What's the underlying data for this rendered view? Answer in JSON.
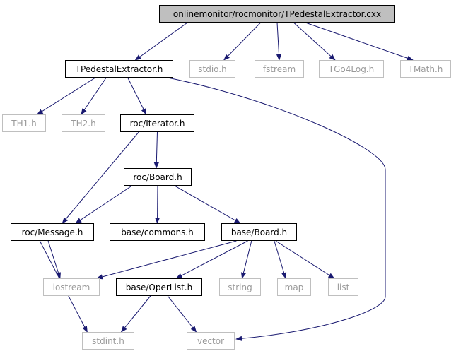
{
  "diagram": {
    "edge_color": "#191970",
    "nodes": [
      {
        "id": "n0",
        "label": "onlinemonitor/rocmonitor/TPedestalExtractor.cxx",
        "kind": "main"
      },
      {
        "id": "n1",
        "label": "TPedestalExtractor.h",
        "kind": "doc"
      },
      {
        "id": "n2",
        "label": "stdio.h",
        "kind": "ext"
      },
      {
        "id": "n3",
        "label": "fstream",
        "kind": "ext"
      },
      {
        "id": "n4",
        "label": "TGo4Log.h",
        "kind": "ext"
      },
      {
        "id": "n5",
        "label": "TMath.h",
        "kind": "ext"
      },
      {
        "id": "n6",
        "label": "TH1.h",
        "kind": "ext"
      },
      {
        "id": "n7",
        "label": "TH2.h",
        "kind": "ext"
      },
      {
        "id": "n8",
        "label": "roc/Iterator.h",
        "kind": "doc"
      },
      {
        "id": "n9",
        "label": "roc/Board.h",
        "kind": "doc"
      },
      {
        "id": "n10",
        "label": "roc/Message.h",
        "kind": "doc"
      },
      {
        "id": "n11",
        "label": "base/commons.h",
        "kind": "doc"
      },
      {
        "id": "n12",
        "label": "base/Board.h",
        "kind": "doc"
      },
      {
        "id": "n13",
        "label": "iostream",
        "kind": "ext"
      },
      {
        "id": "n14",
        "label": "base/OperList.h",
        "kind": "doc"
      },
      {
        "id": "n15",
        "label": "string",
        "kind": "ext"
      },
      {
        "id": "n16",
        "label": "map",
        "kind": "ext"
      },
      {
        "id": "n17",
        "label": "list",
        "kind": "ext"
      },
      {
        "id": "n18",
        "label": "stdint.h",
        "kind": "ext"
      },
      {
        "id": "n19",
        "label": "vector",
        "kind": "ext"
      }
    ],
    "edges": [
      {
        "from": "n0",
        "to": "n1"
      },
      {
        "from": "n0",
        "to": "n2"
      },
      {
        "from": "n0",
        "to": "n3"
      },
      {
        "from": "n0",
        "to": "n4"
      },
      {
        "from": "n0",
        "to": "n5"
      },
      {
        "from": "n1",
        "to": "n6"
      },
      {
        "from": "n1",
        "to": "n7"
      },
      {
        "from": "n1",
        "to": "n8"
      },
      {
        "from": "n1",
        "to": "n19"
      },
      {
        "from": "n8",
        "to": "n9"
      },
      {
        "from": "n8",
        "to": "n10"
      },
      {
        "from": "n9",
        "to": "n10"
      },
      {
        "from": "n9",
        "to": "n11"
      },
      {
        "from": "n9",
        "to": "n12"
      },
      {
        "from": "n10",
        "to": "n13"
      },
      {
        "from": "n10",
        "to": "n18"
      },
      {
        "from": "n12",
        "to": "n13"
      },
      {
        "from": "n12",
        "to": "n14"
      },
      {
        "from": "n12",
        "to": "n15"
      },
      {
        "from": "n12",
        "to": "n16"
      },
      {
        "from": "n12",
        "to": "n17"
      },
      {
        "from": "n14",
        "to": "n18"
      },
      {
        "from": "n14",
        "to": "n19"
      }
    ]
  }
}
